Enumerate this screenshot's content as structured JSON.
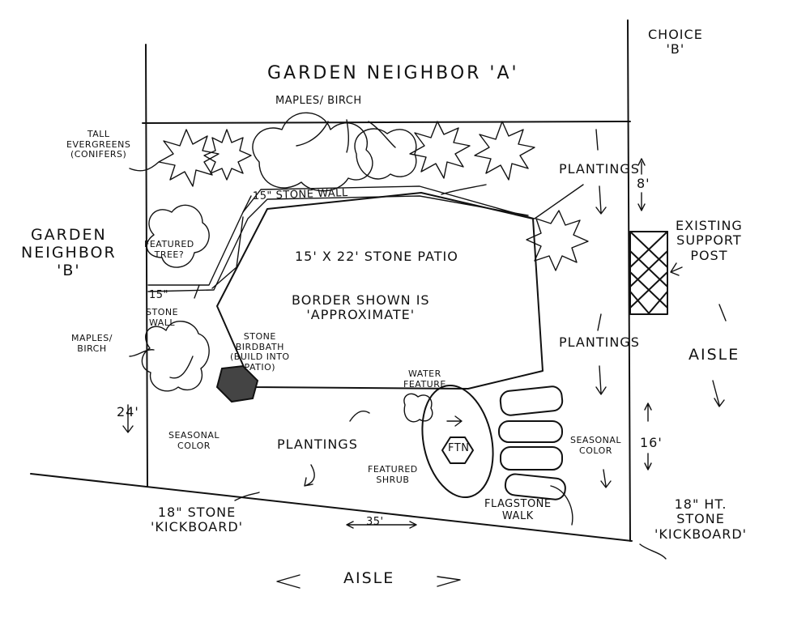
{
  "labels": {
    "choice": "CHOICE\n'B'",
    "neighbor_a": "GARDEN NEIGHBOR 'A'",
    "neighbor_b": "GARDEN\nNEIGHBOR\n'B'",
    "maples_birch_top": "MAPLES/ BIRCH",
    "tall_evergreens": "TALL\nEVERGREENS\n(CONIFERS)",
    "stone_wall_top": "15\" STONE WALL",
    "plantings_upper_right": "PLANTINGS",
    "dim_8": "8'",
    "existing_support_post": "EXISTING\nSUPPORT\nPOST",
    "featured_tree": "FEATURED\nTREE?",
    "patio": "15' x 22' STONE PATIO",
    "border_note": "BORDER SHOWN IS\n'APPROXIMATE'",
    "dim_15": "15\"",
    "stone_wall_left": "STONE\nWALL",
    "maples_birch_left": "MAPLES/\nBIRCH",
    "stone_birdbath": "STONE\nBIRDBATH\n(BUILD INTO\nPATIO)",
    "plantings_right": "PLANTINGS",
    "aisle_right": "AISLE",
    "water_feature": "WATER\nFEATURE",
    "dim_24": "24'",
    "seasonal_color_left": "SEASONAL\nCOLOR",
    "plantings_bottom": "PLANTINGS",
    "ftn": "FTN",
    "featured_shrub": "FEATURED\nSHRUB",
    "seasonal_color_right": "SEASONAL\nCOLOR",
    "dim_16": "16'",
    "kickboard_left": "18\" STONE\n'KICKBOARD'",
    "dim_35": "35'",
    "flagstone_walk": "FLAGSTONE\nWALK",
    "kickboard_right": "18\" HT.\nSTONE\n'KICKBOARD'",
    "aisle_bottom": "AISLE"
  },
  "colors": {
    "ink": "#111111",
    "paper": "#ffffff"
  },
  "icons": [
    "conifer-icon",
    "deciduous-tree-icon",
    "hexagon-birdbath-icon",
    "crosshatch-post-icon",
    "arrow-icon"
  ]
}
